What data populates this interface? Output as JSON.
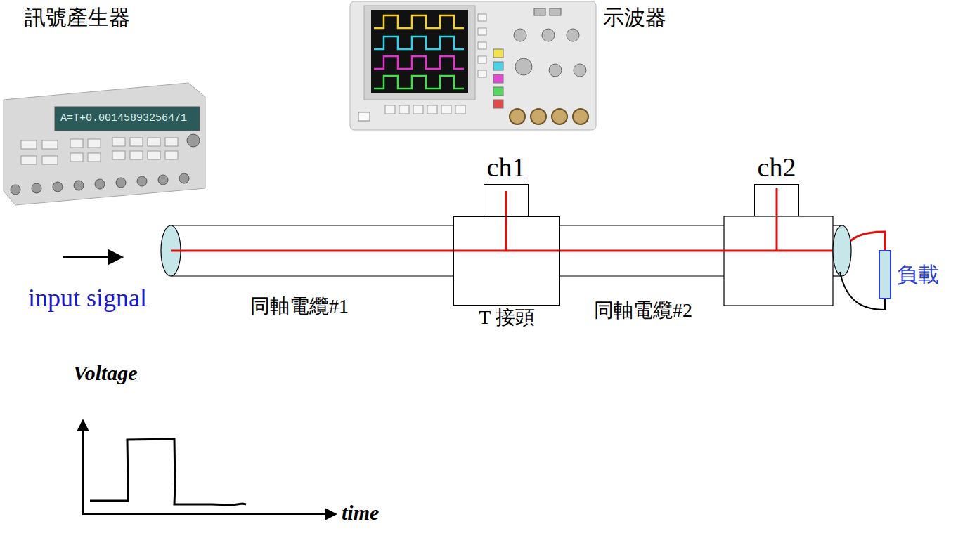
{
  "diagram": {
    "nodes": [
      {
        "text": [
          "ch1"
        ]
      },
      {
        "text": [
          "ch2"
        ]
      },
      {
        "text": [
          "T 接頭"
        ]
      },
      {
        "text": [
          "負載"
        ]
      }
    ],
    "labels": [
      "訊號產生器",
      "示波器",
      "A=T+0.00145893256471",
      "input signal",
      "同軸電纜#1",
      "同軸電纜#2",
      "Voltage",
      "time"
    ]
  }
}
